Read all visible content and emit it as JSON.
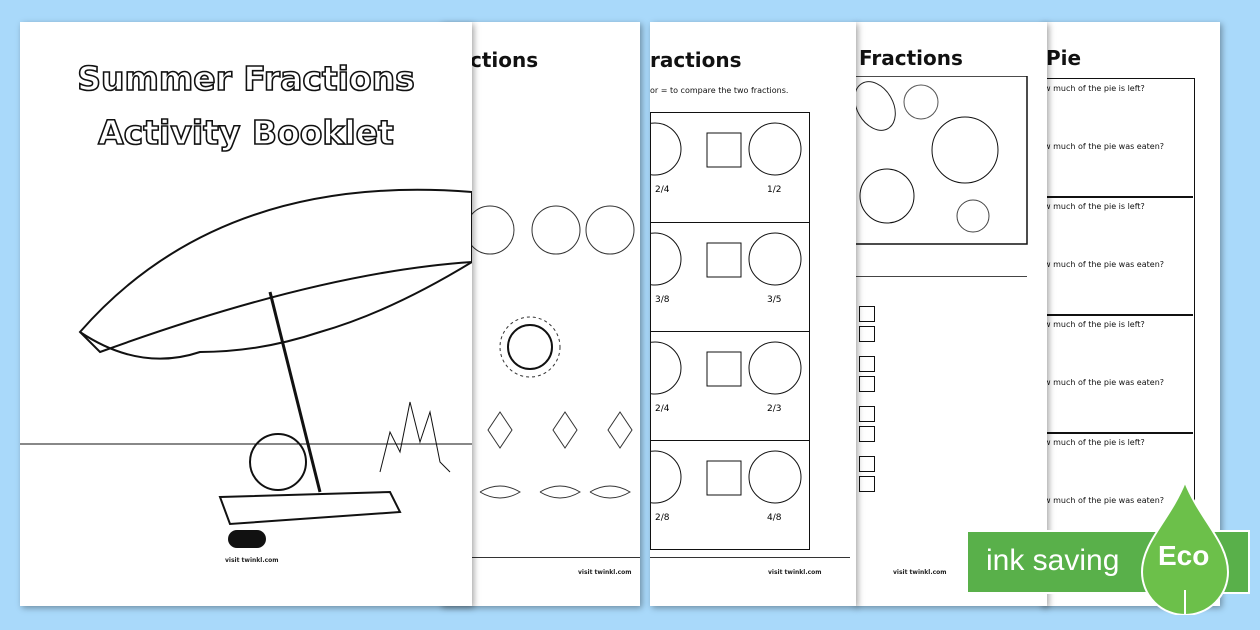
{
  "cover": {
    "title_line1": "Summer Fractions",
    "title_line2": "Activity Booklet",
    "logo": "twinkl",
    "footer": "visit twinkl.com"
  },
  "page2": {
    "title": "ctions",
    "footer": "visit twinkl.com"
  },
  "page3": {
    "title": "ractions",
    "instruction": "or = to compare the two fractions.",
    "rows": [
      {
        "left": "2/4",
        "right": "1/2"
      },
      {
        "left": "3/8",
        "right": "3/5"
      },
      {
        "left": "2/4",
        "right": "2/3"
      },
      {
        "left": "2/8",
        "right": "4/8"
      }
    ],
    "footer": "visit twinkl.com"
  },
  "page4": {
    "title": "Fractions",
    "footer": "visit twinkl.com"
  },
  "page5": {
    "title": "Pie",
    "questions": [
      "w much of the pie is left?",
      "w much of the pie was eaten?",
      "w much of the pie is left?",
      "w much of the pie was eaten?",
      "w much of the pie is left?",
      "w much of the pie was eaten?",
      "w much of the pie is left?",
      "w much of the pie was eaten?"
    ]
  },
  "badge": {
    "label": "ink saving",
    "eco": "Eco",
    "color": "#59b04a"
  }
}
